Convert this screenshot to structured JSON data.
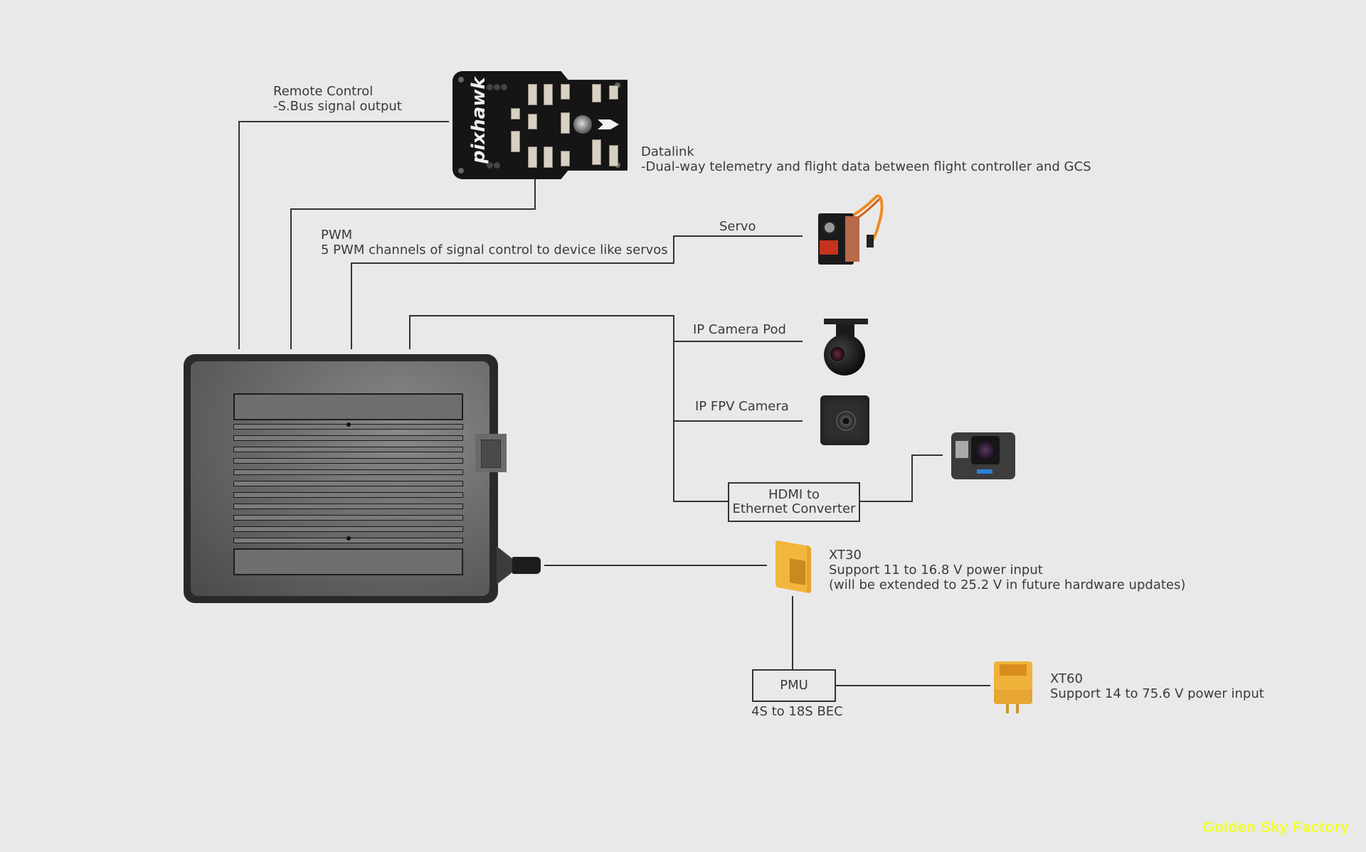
{
  "diagram": {
    "flight_controller": {
      "name": "Pixhawk",
      "logo_text": "pixhawk"
    },
    "remote_control": {
      "title": "Remote Control",
      "description": "-S.Bus signal output"
    },
    "datalink": {
      "title": "Datalink",
      "description": "-Dual-way telemetry and flight data between flight controller and GCS"
    },
    "pwm": {
      "title": "PWM",
      "description": "5 PWM channels of signal control to device like servos"
    },
    "servo": {
      "label": "Servo"
    },
    "ip_camera_pod": {
      "label": "IP Camera Pod"
    },
    "ip_fpv_camera": {
      "label": "IP FPV Camera"
    },
    "hdmi_converter": {
      "line1": "HDMI to",
      "line2": "Ethernet Converter"
    },
    "xt30": {
      "title": "XT30",
      "line1": "Support 11 to 16.8 V power input",
      "line2": "(will be extended to 25.2 V in future hardware updates)"
    },
    "pmu": {
      "label": "PMU",
      "caption": "4S to 18S BEC"
    },
    "xt60": {
      "title": "XT60",
      "line1": "Support 14 to 75.6 V power input"
    }
  },
  "watermark": "Golden Sky Factory",
  "colors": {
    "background": "#e9e9e9",
    "wire": "#333333",
    "watermark": "#f2ff2c",
    "connector_yellow": "#f1b63b"
  }
}
